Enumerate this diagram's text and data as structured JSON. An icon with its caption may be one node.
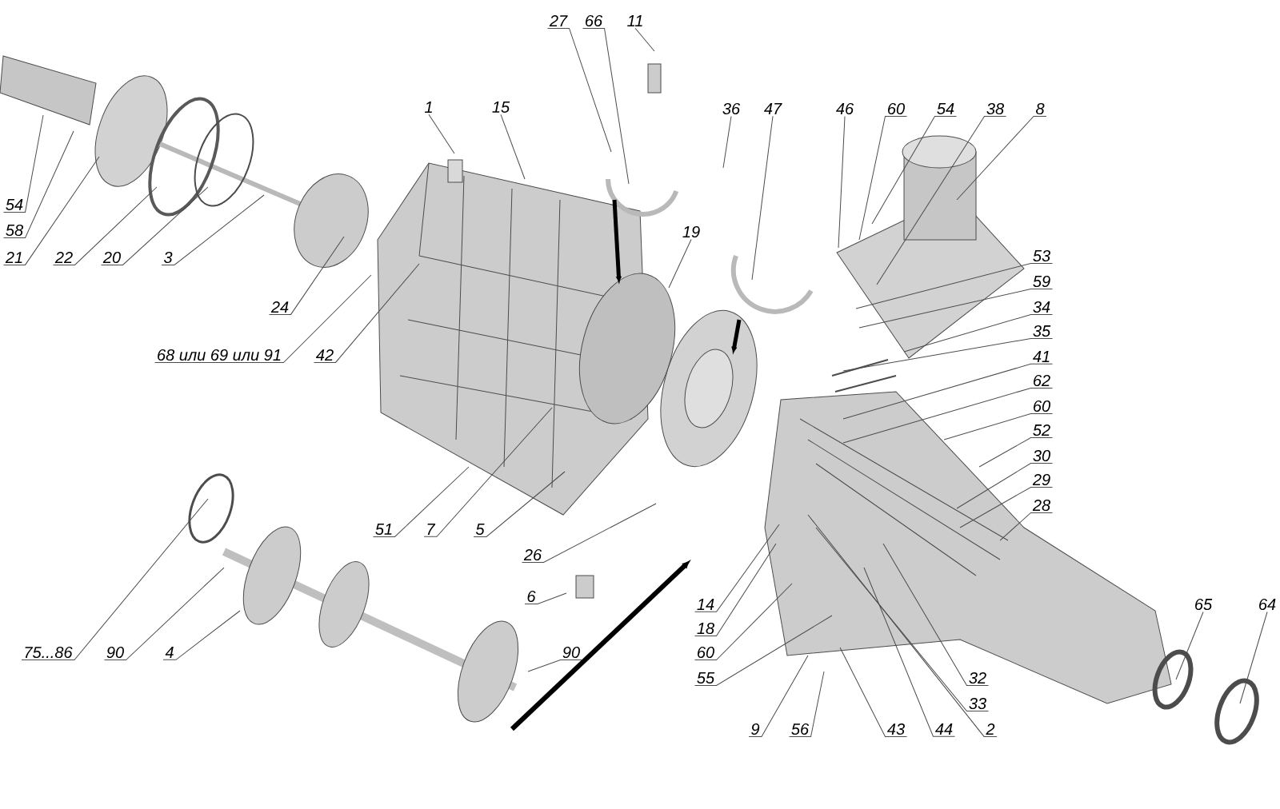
{
  "diagram": {
    "nodes": [
      {
        "text": [
          "27"
        ]
      },
      {
        "text": [
          "66"
        ]
      },
      {
        "text": [
          "11"
        ]
      },
      {
        "text": [
          "1"
        ]
      },
      {
        "text": [
          "15"
        ]
      },
      {
        "text": [
          "36"
        ]
      },
      {
        "text": [
          "47"
        ]
      },
      {
        "text": [
          "46"
        ]
      },
      {
        "text": [
          "60"
        ]
      },
      {
        "text": [
          "54"
        ]
      },
      {
        "text": [
          "38"
        ]
      },
      {
        "text": [
          "8"
        ]
      },
      {
        "text": [
          "54"
        ]
      },
      {
        "text": [
          "58"
        ]
      },
      {
        "text": [
          "21"
        ]
      },
      {
        "text": [
          "22"
        ]
      },
      {
        "text": [
          "20"
        ]
      },
      {
        "text": [
          "3"
        ]
      },
      {
        "text": [
          "19"
        ]
      },
      {
        "text": [
          "53"
        ]
      },
      {
        "text": [
          "59"
        ]
      },
      {
        "text": [
          "34"
        ]
      },
      {
        "text": [
          "24"
        ]
      },
      {
        "text": [
          "35"
        ]
      },
      {
        "text": [
          "68 или 69 или 91"
        ]
      },
      {
        "text": [
          "42"
        ]
      },
      {
        "text": [
          "41"
        ]
      },
      {
        "text": [
          "62"
        ]
      },
      {
        "text": [
          "60"
        ]
      },
      {
        "text": [
          "52"
        ]
      },
      {
        "text": [
          "30"
        ]
      },
      {
        "text": [
          "29"
        ]
      },
      {
        "text": [
          "28"
        ]
      },
      {
        "text": [
          "51"
        ]
      },
      {
        "text": [
          "7"
        ]
      },
      {
        "text": [
          "5"
        ]
      },
      {
        "text": [
          "26"
        ]
      },
      {
        "text": [
          "6"
        ]
      },
      {
        "text": [
          "14"
        ]
      },
      {
        "text": [
          "18"
        ]
      },
      {
        "text": [
          "60"
        ]
      },
      {
        "text": [
          "55"
        ]
      },
      {
        "text": [
          "65"
        ]
      },
      {
        "text": [
          "64"
        ]
      },
      {
        "text": [
          "75...86"
        ]
      },
      {
        "text": [
          "90"
        ]
      },
      {
        "text": [
          "4"
        ]
      },
      {
        "text": [
          "90"
        ]
      },
      {
        "text": [
          "32"
        ]
      },
      {
        "text": [
          "33"
        ]
      },
      {
        "text": [
          "9"
        ]
      },
      {
        "text": [
          "56"
        ]
      },
      {
        "text": [
          "43"
        ]
      },
      {
        "text": [
          "44"
        ]
      },
      {
        "text": [
          "2"
        ]
      }
    ],
    "edges": [
      {
        "from": 0,
        "to": null,
        "arrow": "none"
      },
      {
        "from": 1,
        "to": null,
        "arrow": "none"
      },
      {
        "from": 2,
        "to": null,
        "arrow": "none"
      },
      {
        "from": 3,
        "to": null,
        "arrow": "none"
      },
      {
        "from": 4,
        "to": null,
        "arrow": "none"
      },
      {
        "from": 5,
        "to": null,
        "arrow": "none"
      },
      {
        "from": 6,
        "to": null,
        "arrow": "none"
      },
      {
        "from": 7,
        "to": null,
        "arrow": "none"
      },
      {
        "from": 8,
        "to": null,
        "arrow": "none"
      },
      {
        "from": 9,
        "to": null,
        "arrow": "none"
      },
      {
        "from": 10,
        "to": null,
        "arrow": "none"
      },
      {
        "from": 11,
        "to": null,
        "arrow": "none"
      },
      {
        "from": 12,
        "to": null,
        "arrow": "none"
      },
      {
        "from": 13,
        "to": null,
        "arrow": "none"
      },
      {
        "from": 14,
        "to": null,
        "arrow": "none"
      },
      {
        "from": 15,
        "to": null,
        "arrow": "none"
      },
      {
        "from": 16,
        "to": null,
        "arrow": "none"
      },
      {
        "from": 17,
        "to": null,
        "arrow": "none"
      },
      {
        "from": 18,
        "to": null,
        "arrow": "none"
      },
      {
        "from": 19,
        "to": null,
        "arrow": "none"
      },
      {
        "from": 20,
        "to": null,
        "arrow": "none"
      },
      {
        "from": 21,
        "to": null,
        "arrow": "none"
      },
      {
        "from": 22,
        "to": null,
        "arrow": "none"
      },
      {
        "from": 23,
        "to": null,
        "arrow": "none"
      },
      {
        "from": 24,
        "to": null,
        "arrow": "none"
      },
      {
        "from": 25,
        "to": null,
        "arrow": "none"
      },
      {
        "from": 26,
        "to": null,
        "arrow": "none"
      },
      {
        "from": 27,
        "to": null,
        "arrow": "none"
      },
      {
        "from": 28,
        "to": null,
        "arrow": "none"
      },
      {
        "from": 29,
        "to": null,
        "arrow": "none"
      },
      {
        "from": 30,
        "to": null,
        "arrow": "none"
      },
      {
        "from": 31,
        "to": null,
        "arrow": "none"
      },
      {
        "from": 32,
        "to": null,
        "arrow": "none"
      },
      {
        "from": 33,
        "to": null,
        "arrow": "none"
      },
      {
        "from": 34,
        "to": null,
        "arrow": "none"
      },
      {
        "from": 35,
        "to": null,
        "arrow": "none"
      },
      {
        "from": 36,
        "to": null,
        "arrow": "none"
      },
      {
        "from": 37,
        "to": null,
        "arrow": "none"
      },
      {
        "from": 38,
        "to": null,
        "arrow": "none"
      },
      {
        "from": 39,
        "to": null,
        "arrow": "none"
      },
      {
        "from": 40,
        "to": null,
        "arrow": "none"
      },
      {
        "from": 41,
        "to": null,
        "arrow": "none"
      },
      {
        "from": 42,
        "to": null,
        "arrow": "none"
      },
      {
        "from": 43,
        "to": null,
        "arrow": "none"
      },
      {
        "from": 44,
        "to": null,
        "arrow": "none"
      },
      {
        "from": 45,
        "to": null,
        "arrow": "none"
      },
      {
        "from": 46,
        "to": null,
        "arrow": "none"
      },
      {
        "from": 47,
        "to": null,
        "arrow": "none"
      },
      {
        "from": 48,
        "to": null,
        "arrow": "none"
      },
      {
        "from": 49,
        "to": null,
        "arrow": "none"
      },
      {
        "from": 50,
        "to": null,
        "arrow": "none"
      },
      {
        "from": 51,
        "to": null,
        "arrow": "none"
      },
      {
        "from": 52,
        "to": null,
        "arrow": "none"
      },
      {
        "from": 53,
        "to": null,
        "arrow": "none"
      },
      {
        "from": 54,
        "to": null,
        "arrow": "none"
      }
    ]
  }
}
